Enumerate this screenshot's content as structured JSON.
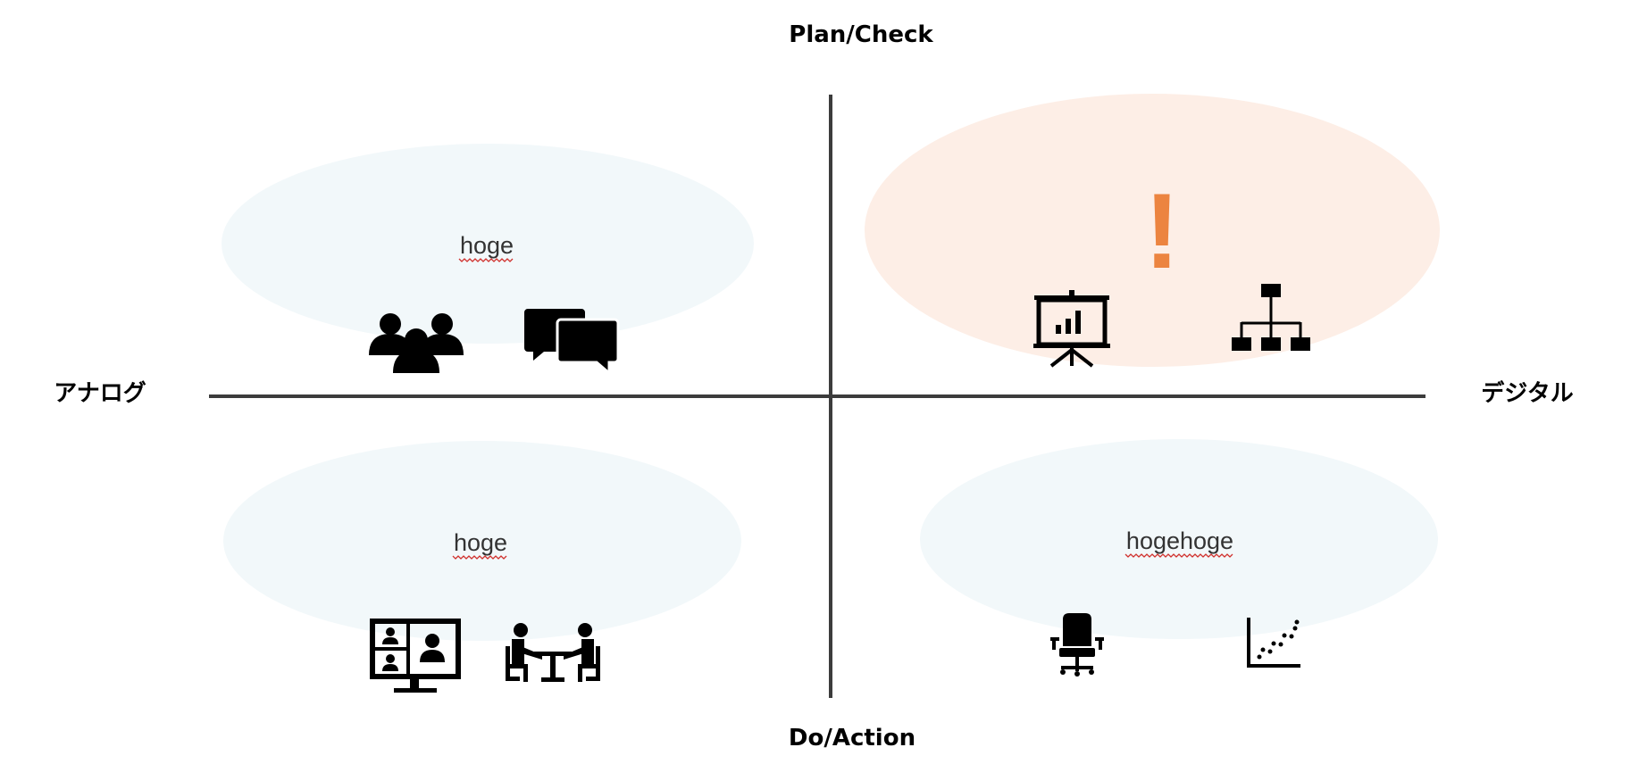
{
  "axes": {
    "top": "Plan/Check",
    "bottom": "Do/Action",
    "left": "アナログ",
    "right": "デジタル"
  },
  "quadrants": {
    "top_left": {
      "label": "hoge",
      "icons": [
        "people-group-icon",
        "chat-bubbles-icon"
      ]
    },
    "top_right": {
      "label": "!",
      "icons": [
        "presentation-board-icon",
        "org-chart-icon"
      ]
    },
    "bottom_left": {
      "label": "hoge",
      "icons": [
        "video-conference-icon",
        "meeting-table-icon"
      ]
    },
    "bottom_right": {
      "label": "hogehoge",
      "icons": [
        "office-chair-icon",
        "scatter-plot-icon"
      ]
    }
  },
  "colors": {
    "axis_line": "#3c3c3c",
    "blue_ellipse": "#f2f8fa",
    "orange_ellipse": "#fdeee6",
    "exclamation": "#ec8440"
  }
}
